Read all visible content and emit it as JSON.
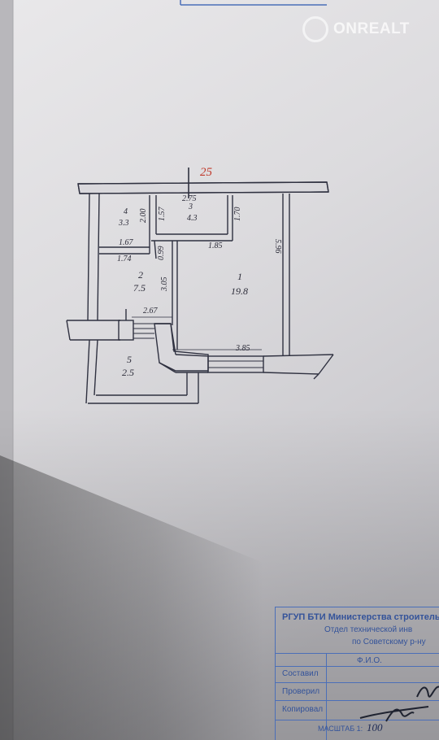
{
  "watermark": {
    "brand": "ONREALT"
  },
  "plan": {
    "north_mark": "25",
    "rooms": [
      {
        "number": "1",
        "area": "19.8"
      },
      {
        "number": "2",
        "area": "7.5"
      },
      {
        "number": "3",
        "area": "4.3"
      },
      {
        "number": "4",
        "area": "3.3"
      },
      {
        "number": "5",
        "area": "2.5"
      }
    ],
    "dimensions": {
      "d_275": "2.75",
      "d_157": "1.57",
      "d_200": "2.00",
      "d_170": "1.70",
      "d_167": "1.67",
      "d_185": "1.85",
      "d_174": "1.74",
      "d_099": "0.99",
      "d_305": "3.05",
      "d_596": "5.96",
      "d_267": "2.67",
      "d_385": "3.85"
    }
  },
  "stamp": {
    "org": "РГУП БТИ Министерства строительс",
    "dept": "Отдел технической инв",
    "district": "по Советскому р-ну",
    "fio_header": "Ф.И.О.",
    "row_compiled": "Составил",
    "row_checked": "Проверил",
    "row_copied": "Копировал",
    "scale_label": "МАСШТАБ 1:",
    "scale_value": "100"
  }
}
